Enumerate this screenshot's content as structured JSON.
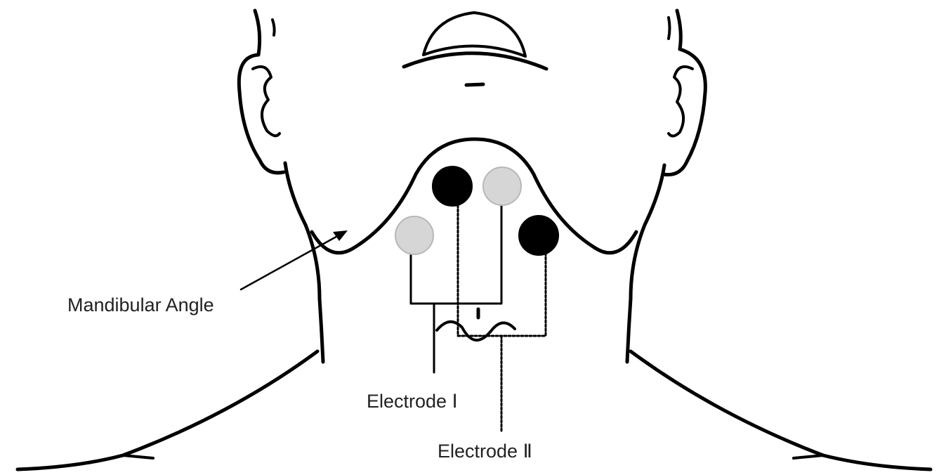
{
  "labels": {
    "mandibular_angle": "Mandibular Angle",
    "electrode_1": "Electrode Ⅰ",
    "electrode_2": "Electrode Ⅱ"
  },
  "colors": {
    "line": "#000000",
    "electrode_dark": "#000000",
    "electrode_light": "#d6d6d6",
    "text": "#222222"
  }
}
